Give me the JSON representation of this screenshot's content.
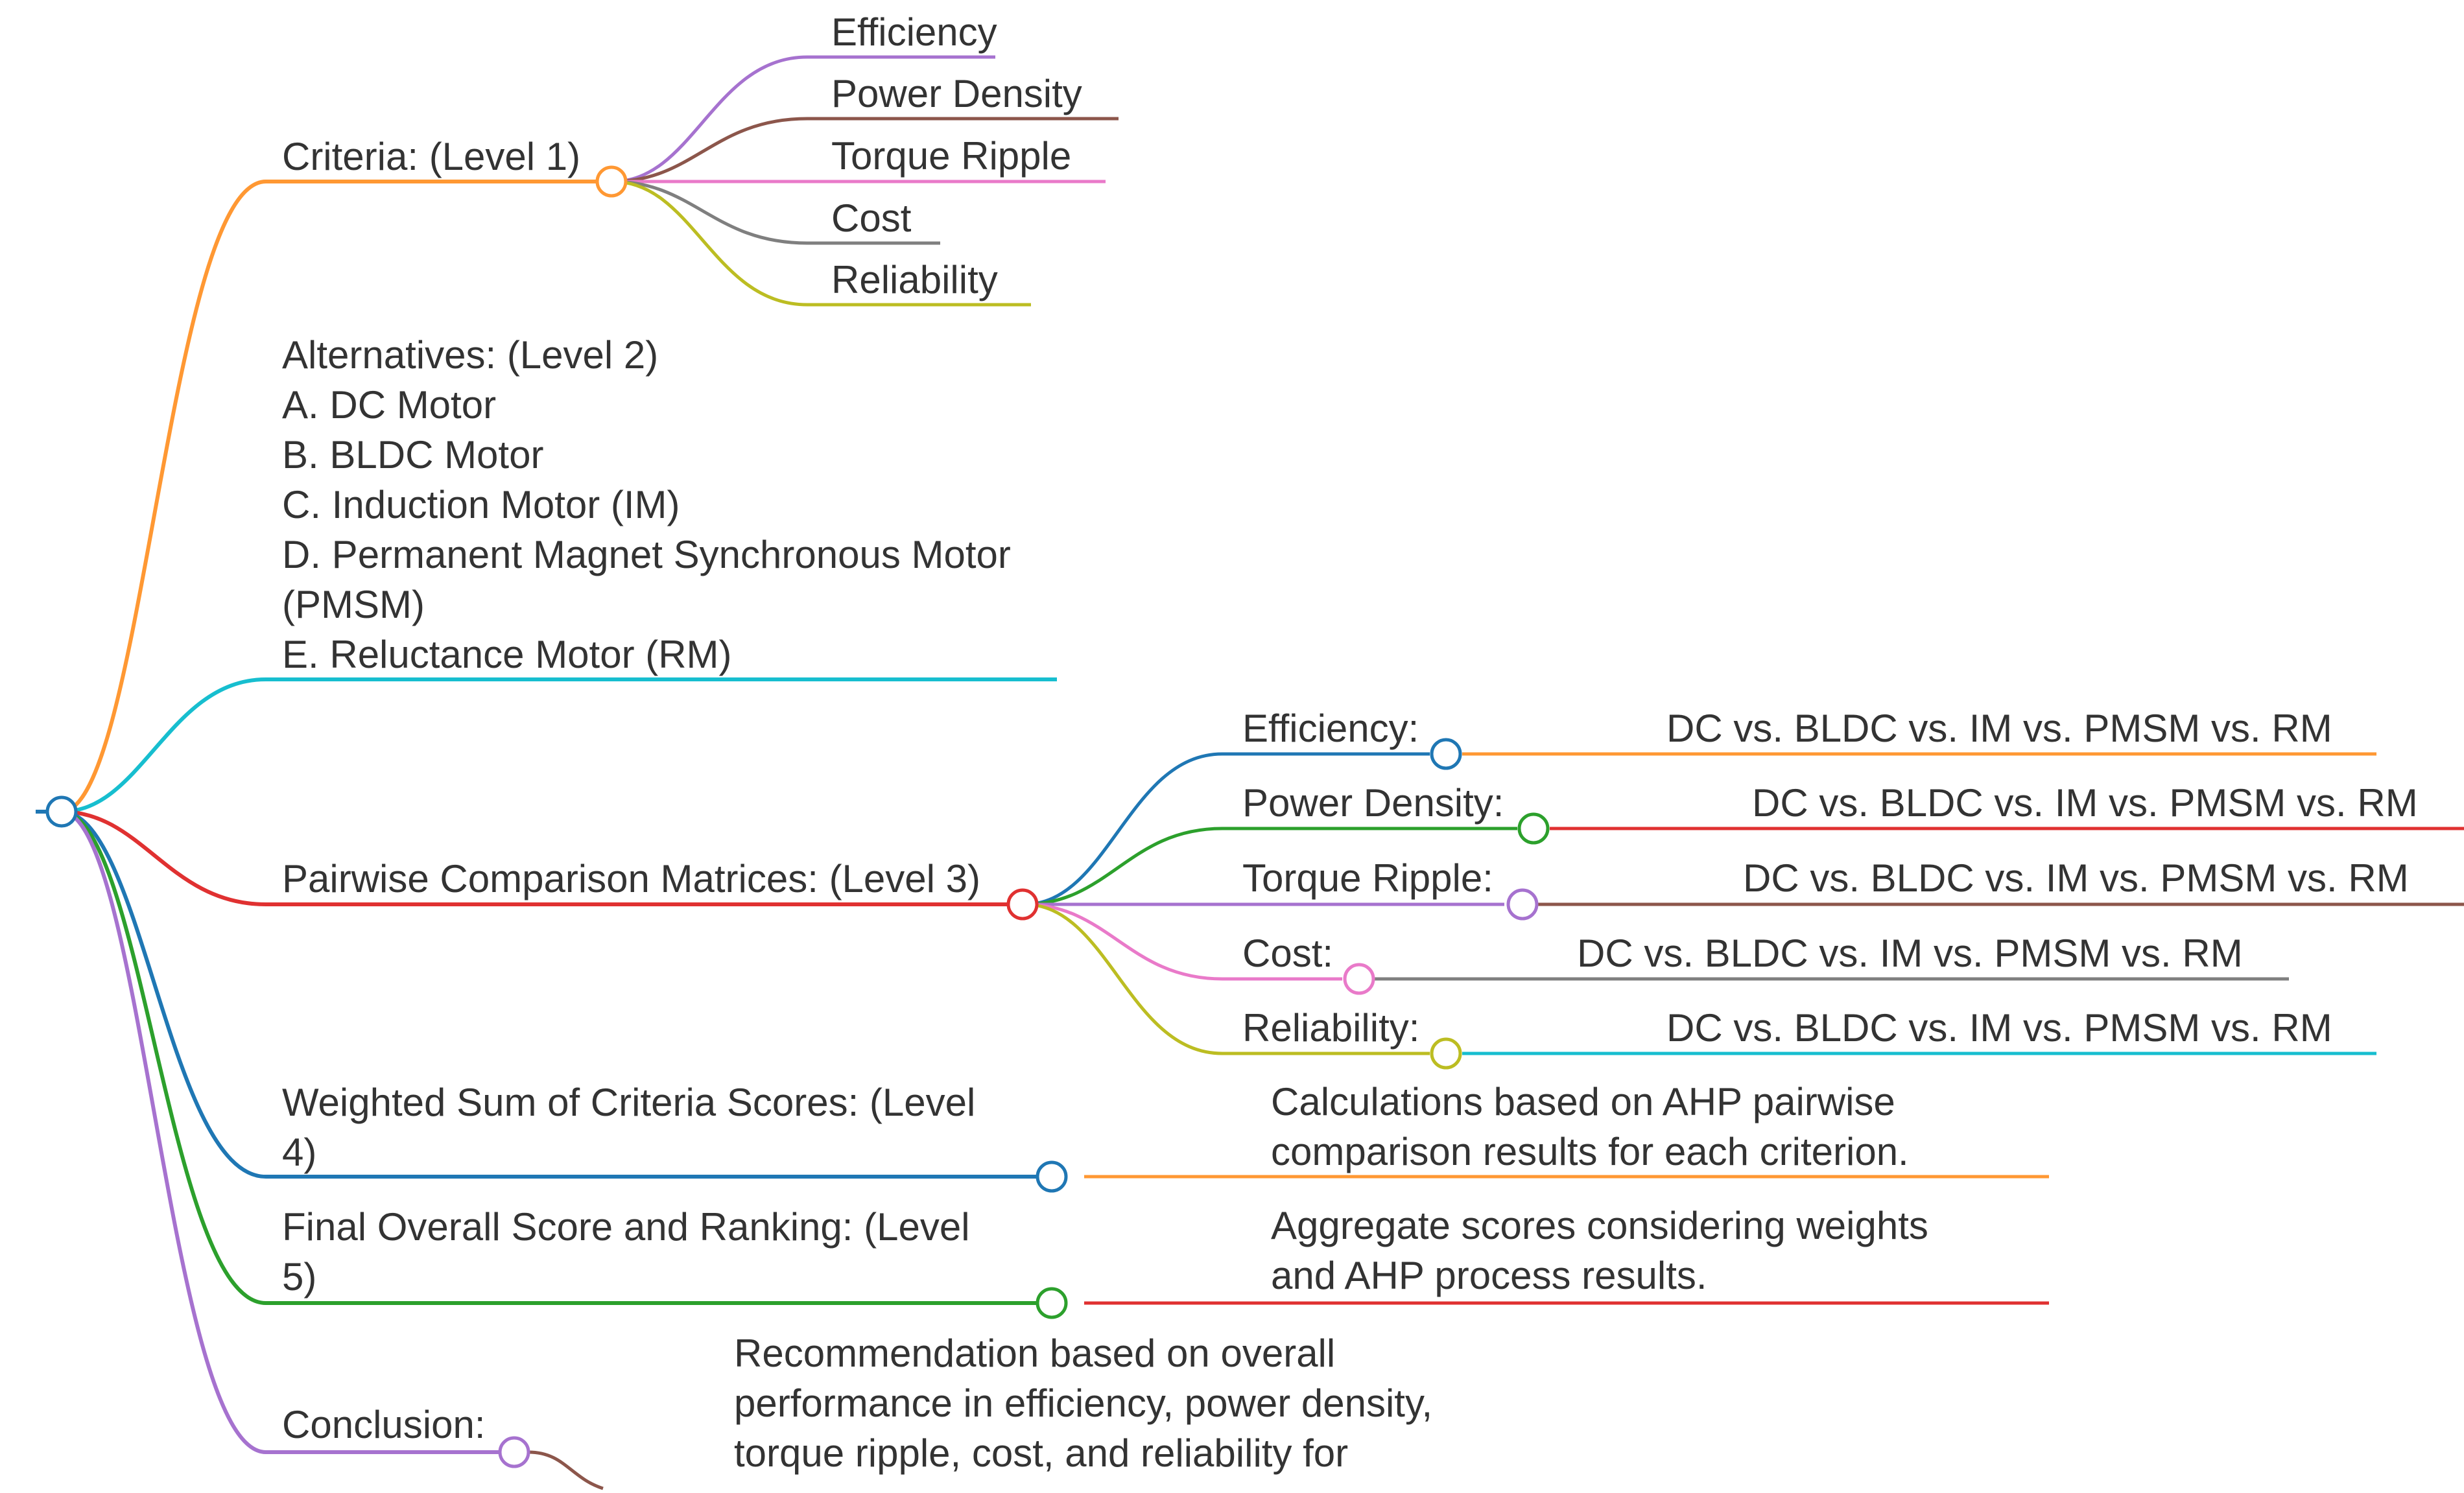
{
  "colors": {
    "orange": "#ff9833",
    "purple": "#a672cf",
    "brown": "#8c564b",
    "pink": "#e97ac9",
    "gray": "#7f7f7f",
    "olive": "#bcbd22",
    "cyan": "#17becf",
    "red": "#e03131",
    "blue": "#1f77b4",
    "green": "#2ca02c"
  },
  "mindmap": {
    "criteria": {
      "label": "Criteria: (Level 1)",
      "items": [
        "Efficiency",
        "Power Density",
        "Torque Ripple",
        "Cost",
        "Reliability"
      ]
    },
    "alternatives": {
      "lines": [
        "Alternatives: (Level 2)",
        "A. DC Motor",
        "B. BLDC Motor",
        "C. Induction Motor (IM)",
        "D. Permanent Magnet Synchronous Motor",
        "(PMSM)",
        "E. Reluctance Motor (RM)"
      ]
    },
    "pairwise": {
      "label": "Pairwise Comparison Matrices: (Level 3)",
      "items": [
        {
          "label": "Efficiency:",
          "value": "DC vs. BLDC vs. IM vs. PMSM vs. RM"
        },
        {
          "label": "Power Density:",
          "value": "DC vs. BLDC vs. IM vs. PMSM vs. RM"
        },
        {
          "label": "Torque Ripple:",
          "value": "DC vs. BLDC vs. IM vs. PMSM vs. RM"
        },
        {
          "label": "Cost:",
          "value": "DC vs. BLDC vs. IM vs. PMSM vs. RM"
        },
        {
          "label": "Reliability:",
          "value": "DC vs. BLDC vs. IM vs. PMSM vs. RM"
        }
      ]
    },
    "weighted": {
      "lines": [
        "Weighted Sum of Criteria Scores: (Level",
        "4)"
      ],
      "detail": [
        "Calculations based on AHP pairwise",
        "comparison results for each criterion."
      ]
    },
    "final": {
      "lines": [
        "Final Overall Score and Ranking: (Level",
        "5)"
      ],
      "detail": [
        "Aggregate scores considering weights",
        "and AHP process results."
      ]
    },
    "conclusion": {
      "label": "Conclusion:",
      "detail": [
        "Recommendation based on overall",
        "performance in efficiency, power density,",
        "torque ripple, cost, and reliability for"
      ]
    }
  }
}
